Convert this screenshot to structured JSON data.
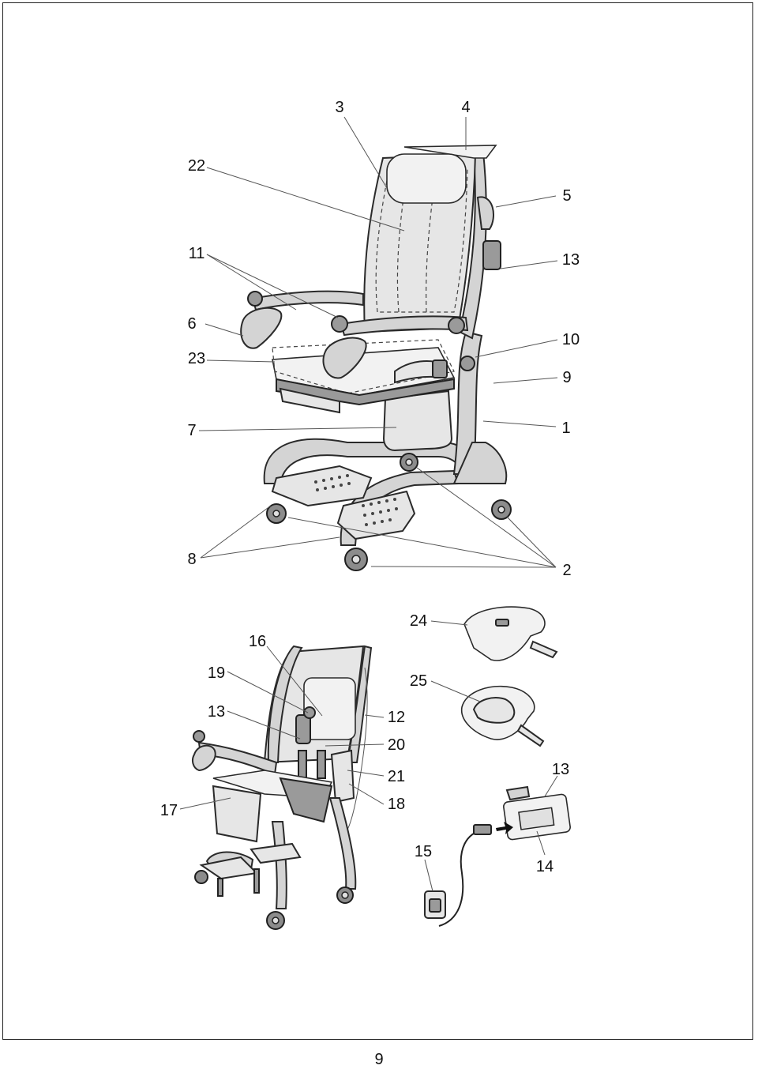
{
  "page_number": "9",
  "callouts_main": [
    "3",
    "4",
    "22",
    "5",
    "11",
    "13",
    "6",
    "10",
    "23",
    "9",
    "7",
    "1",
    "8",
    "2"
  ],
  "callouts_rear": [
    "16",
    "19",
    "13",
    "12",
    "20",
    "21",
    "17",
    "18"
  ],
  "callouts_parts": [
    "24",
    "25",
    "13",
    "15",
    "14"
  ]
}
